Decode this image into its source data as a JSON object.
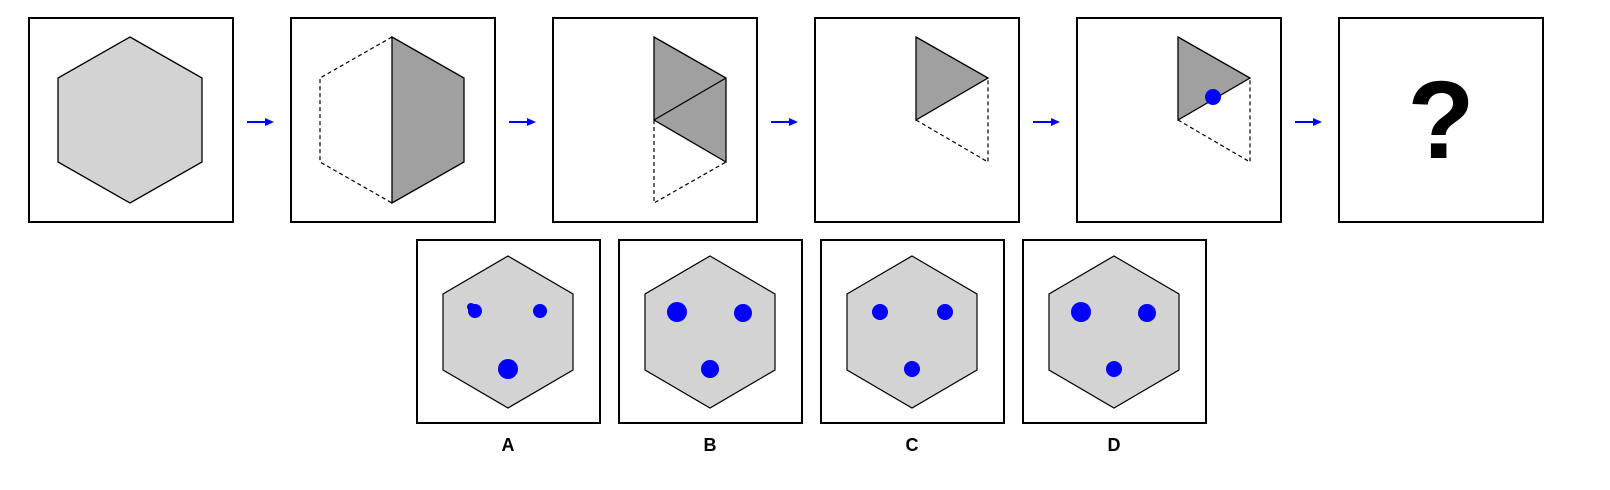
{
  "puzzle": {
    "question_glyph": "?",
    "options": [
      {
        "label": "A"
      },
      {
        "label": "B"
      },
      {
        "label": "C"
      },
      {
        "label": "D"
      }
    ]
  },
  "colors": {
    "hexagon_fill": "#d3d3d3",
    "folded_fill": "#a0a0a0",
    "hole": "#0000ff",
    "arrow": "#0000ff",
    "outline": "#000000"
  }
}
